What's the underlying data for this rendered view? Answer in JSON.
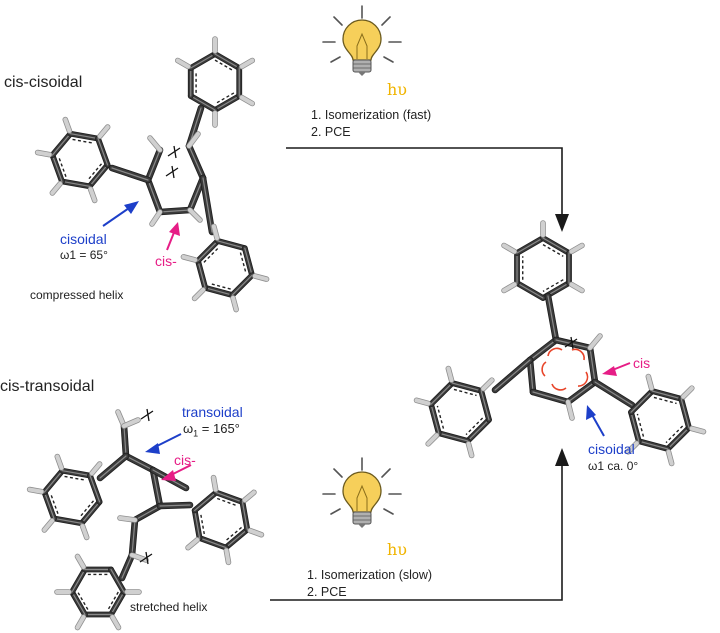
{
  "colors": {
    "bond": "#3b3b3b",
    "hydrogen": "#d0d0d0",
    "arrow": "#1a1a1a",
    "blue": "#1d3fc9",
    "pink": "#e61d86",
    "red_arc": "#e8452a",
    "bulb": "#f6cf5a",
    "hv": "#f0b400"
  },
  "icons": [
    "light-bulb-icon"
  ],
  "top_left": {
    "title": "cis-cisoidal",
    "blue_label": "cisoidal",
    "omega": "ω1 = 65°",
    "pink_label": "cis-",
    "caption": "compressed helix"
  },
  "bottom_left": {
    "title": "cis-transoidal",
    "blue_label": "transoidal",
    "omega_prefix": "ω",
    "omega_sub": "1",
    "omega_suffix": " = 165°",
    "pink_label": "cis-",
    "caption": "stretched helix"
  },
  "top_step": {
    "hv": "hυ",
    "step1": "1. Isomerization (fast)",
    "step2": "2. PCE"
  },
  "bottom_step": {
    "hv": "hυ",
    "step1": "1. Isomerization (slow)",
    "step2": "2. PCE"
  },
  "product": {
    "pink_label": "cis",
    "blue_label": "cisoidal",
    "omega": "ω1 ca. 0°"
  }
}
